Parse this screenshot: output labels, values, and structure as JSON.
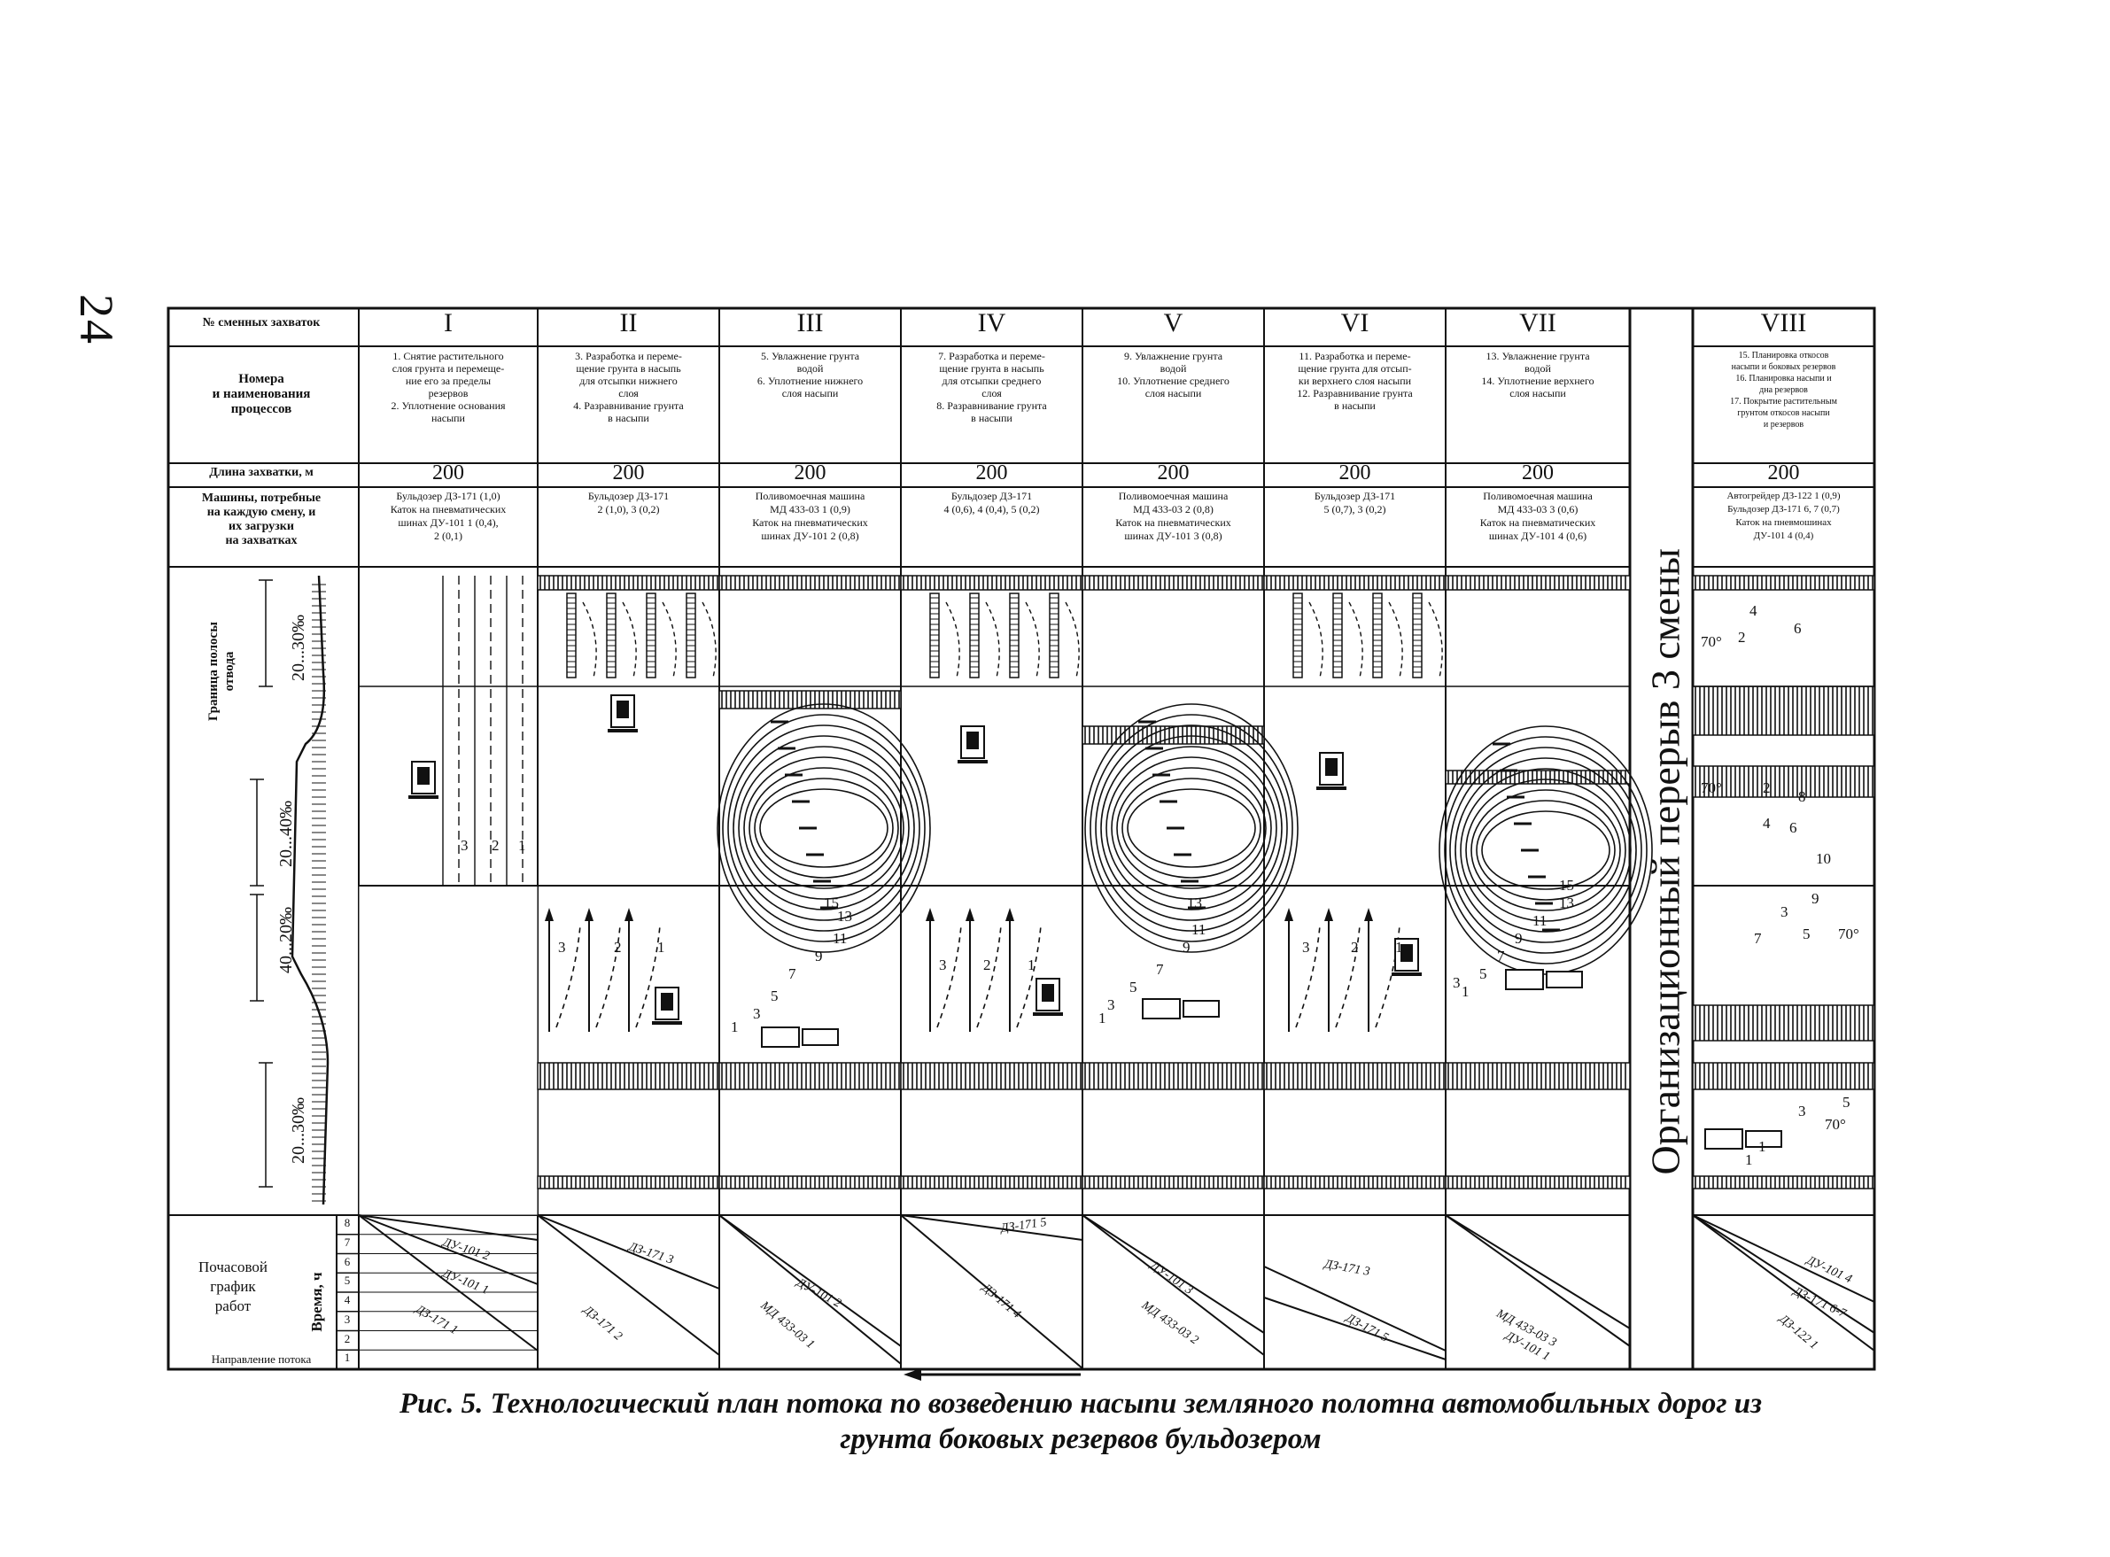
{
  "page_number": "24",
  "header": {
    "row_label_sections": "№ сменных захваток",
    "row_label_processes": "Номера\nи наименования\nпроцессов",
    "row_label_length": "Длина захватки, м",
    "row_label_machines": "Машины, потребные\nна каждую смену, и\nих загрузки\nна захватках"
  },
  "sections": [
    {
      "id": "I",
      "length": "200",
      "processes": "1. Снятие растительного\nслоя грунта и перемеще-\nние его за пределы\nрезервов\n2. Уплотнение основания\nнасыпи",
      "machines": "Бульдозер ДЗ-171 (1,0)\nКаток на пневматических\nшинах ДУ-101 1 (0,4),\n2 (0,1)"
    },
    {
      "id": "II",
      "length": "200",
      "processes": "3. Разработка и переме-\nщение грунта в насыпь\nдля отсыпки нижнего\nслоя\n4. Разравнивание грунта\nв насыпи",
      "machines": "Бульдозер ДЗ-171\n2 (1,0), 3 (0,2)"
    },
    {
      "id": "III",
      "length": "200",
      "processes": "5. Увлажнение грунта\nводой\n6. Уплотнение нижнего\nслоя насыпи",
      "machines": "Поливомоечная машина\nМД 433-03 1 (0,9)\nКаток на пневматических\nшинах ДУ-101 2 (0,8)"
    },
    {
      "id": "IV",
      "length": "200",
      "processes": "7. Разработка и переме-\nщение грунта в насыпь\nдля отсыпки среднего\nслоя\n8. Разравнивание грунта\nв насыпи",
      "machines": "Бульдозер ДЗ-171\n4 (0,6), 4 (0,4), 5 (0,2)"
    },
    {
      "id": "V",
      "length": "200",
      "processes": "9. Увлажнение грунта\nводой\n10. Уплотнение среднего\nслоя насыпи",
      "machines": "Поливомоечная машина\nМД 433-03 2 (0,8)\nКаток на пневматических\nшинах ДУ-101 3 (0,8)"
    },
    {
      "id": "VI",
      "length": "200",
      "processes": "11. Разработка и переме-\nщение грунта для отсып-\nки верхнего слоя насыпи\n12. Разравнивание грунта\nв насыпи",
      "machines": "Бульдозер ДЗ-171\n5 (0,7), 3 (0,2)"
    },
    {
      "id": "VII",
      "length": "200",
      "processes": "13. Увлажнение грунта\nводой\n14. Уплотнение верхнего\nслоя насыпи",
      "machines": "Поливомоечная машина\nМД 433-03 3 (0,6)\nКаток на пневматических\nшинах ДУ-101 4 (0,6)"
    },
    {
      "id": "VIII",
      "length": "200",
      "processes": "15. Планировка откосов\nнасыпи и боковых резервов\n16. Планировка насыпи и\nдна резервов\n17. Покрытие растительным\nгрунтом откосов насыпи\nи резервов",
      "machines": "Автогрейдер ДЗ-122 1 (0,9)\nБульдозер ДЗ-171 6, 7 (0,7)\nКаток на пневмошинах\nДУ-101 4 (0,4)"
    }
  ],
  "side": {
    "row_label_right_of_way": "Граница полосы\nотвода",
    "slope_top": "20...30‰",
    "slope_mid1": "20...40‰",
    "slope_mid2": "40...20‰",
    "slope_bottom": "20...30‰"
  },
  "break_label": "Организационный перерыв 3 смены",
  "schedule": {
    "row_label": "Почасовой\nграфик\nработ",
    "time_axis": "Время, ч",
    "hours": [
      "8",
      "7",
      "6",
      "5",
      "4",
      "3",
      "2",
      "1"
    ],
    "flow_direction": "Направление потока",
    "labels": [
      {
        "text": "ДУ-101 2"
      },
      {
        "text": "ДУ-101 1"
      },
      {
        "text": "ДЗ-171 1"
      },
      {
        "text": "ДЗ-171 3"
      },
      {
        "text": "ДЗ-171 2"
      },
      {
        "text": "ДУ-101 2"
      },
      {
        "text": "МД 433-03 1"
      },
      {
        "text": "ДЗ-171 5"
      },
      {
        "text": "ДЗ-171 4"
      },
      {
        "text": "ДУ-101 3"
      },
      {
        "text": "МД 433-03 2"
      },
      {
        "text": "ДЗ-171 3"
      },
      {
        "text": "ДЗ-171 5"
      },
      {
        "text": "ДУ-101 1"
      },
      {
        "text": "МД 433-03 3"
      },
      {
        "text": "ДУ-101 4"
      },
      {
        "text": "ДЗ-171 6-7"
      },
      {
        "text": "ДЗ-122 1"
      }
    ]
  },
  "plan_tags": [
    "3",
    "2",
    "1",
    "3",
    "2",
    "1",
    "15",
    "13",
    "11",
    "9",
    "7",
    "5",
    "3",
    "1",
    "3",
    "2",
    "1",
    "13",
    "11",
    "9",
    "7",
    "5",
    "3",
    "1",
    "3",
    "2",
    "1",
    "15",
    "13",
    "11",
    "9",
    "7",
    "5",
    "3",
    "1",
    "4",
    "2",
    "6",
    "70°",
    "70°",
    "2",
    "8",
    "4",
    "6",
    "10",
    "9",
    "70°",
    "3",
    "5",
    "7",
    "1",
    "3",
    "70°",
    "5",
    "1"
  ],
  "caption_line1": "Рис. 5. Технологический план потока по возведению насыпи земляного  полотна автомобильных дорог из",
  "caption_line2": "грунта боковых резервов бульдозером"
}
